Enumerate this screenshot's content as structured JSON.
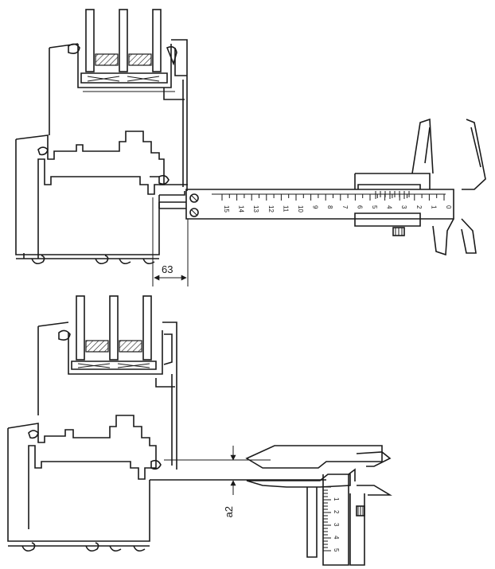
{
  "figure": {
    "top_dimension_label": "63",
    "bottom_dimension_label": "a2",
    "top_caliper_scale": [
      "0",
      "1",
      "2",
      "3",
      "4",
      "5",
      "6",
      "7",
      "8",
      "9",
      "10",
      "11",
      "12",
      "13",
      "14",
      "15"
    ],
    "bottom_caliper_scale": [
      "1",
      "2",
      "3",
      "4",
      "5"
    ]
  }
}
